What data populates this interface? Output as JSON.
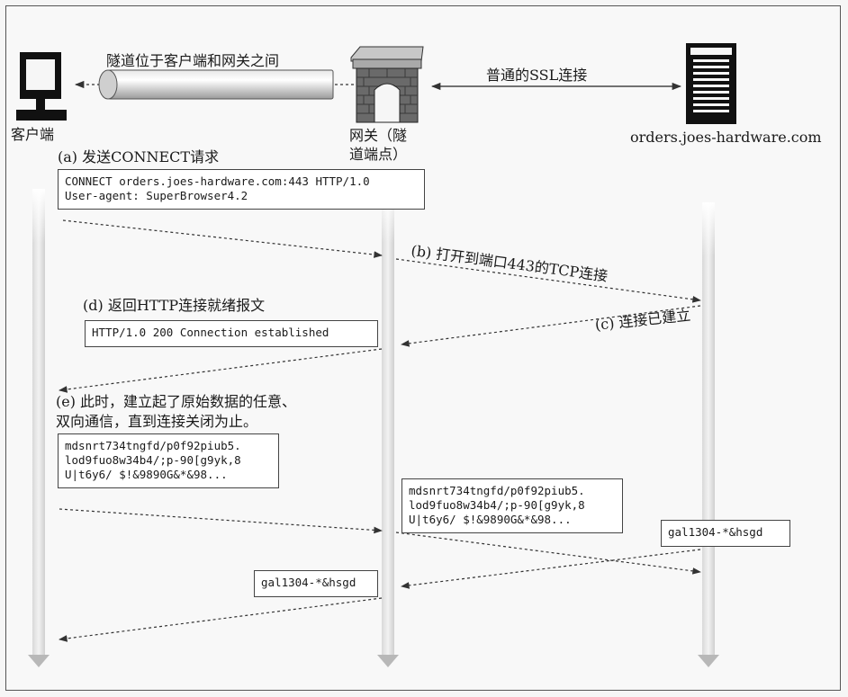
{
  "nodes": {
    "client": "客户端",
    "gateway": "网关（隧\n道端点）",
    "server": "orders.joes-hardware.com"
  },
  "tunnel_label": "隧道位于客户端和网关之间",
  "ssl_label": "普通的SSL连接",
  "steps": {
    "a": "(a) 发送CONNECT请求",
    "b": "(b) 打开到端口443的TCP连接",
    "c": "(c) 连接已建立",
    "d": "(d) 返回HTTP连接就绪报文",
    "e": "(e) 此时，建立起了原始数据的任意、\n双向通信，直到连接关闭为止。"
  },
  "messages": {
    "connect_request": "CONNECT orders.joes-hardware.com:443 HTTP/1.0\nUser-agent: SuperBrowser4.2",
    "connection_established": "HTTP/1.0 200 Connection established",
    "raw_data_client": "mdsnrt734tngfd/p0f92piub5.\nlod9fuo8w34b4/;p-90[g9yk,8\nU|t6y6/ $!&9890G&*&98...",
    "raw_data_gateway": "mdsnrt734tngfd/p0f92piub5.\nlod9fuo8w34b4/;p-90[g9yk,8\nU|t6y6/ $!&9890G&*&98...",
    "reply_server": "gal1304-*&hsgd",
    "reply_gateway": "gal1304-*&hsgd"
  }
}
